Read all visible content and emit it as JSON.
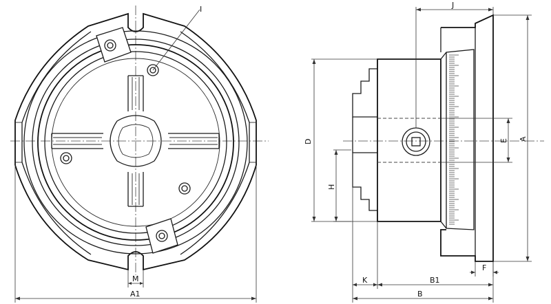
{
  "labels": {
    "I": "I",
    "M": "M",
    "A1": "A1",
    "J": "J",
    "D": "D",
    "H": "H",
    "E": "E",
    "A": "A",
    "F": "F",
    "K": "K",
    "B1": "B1",
    "B": "B"
  }
}
